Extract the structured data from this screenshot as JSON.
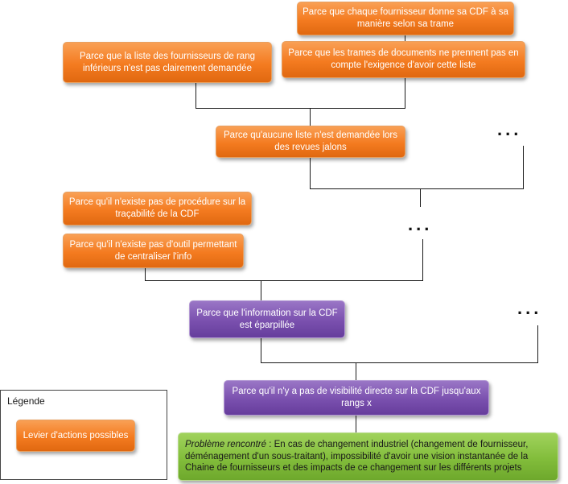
{
  "boxes": {
    "fournisseur_cdf": "Parce que chaque fournisseur donne sa CDF à sa manière selon sa trame",
    "liste_rang": "Parce que la liste des fournisseurs de rang inférieurs n'est pas clairement demandée",
    "trames_documents": "Parce que les trames de documents ne prennent pas en compte l'exigence d'avoir cette liste",
    "revues_jalons": "Parce qu'aucune liste n'est demandée lors des revues jalons",
    "procedure_tracabilite": "Parce qu'il n'existe pas de procédure sur la traçabilité de la CDF",
    "outil_centraliser": "Parce qu'il n'existe pas d'outil permettant de centraliser l'info",
    "information_eparpillee": "Parce que l'information sur la CDF est éparpillée",
    "visibilite_directe": "Parce qu'il n'y a pas de visibilité directe sur la CDF jusqu'aux rangs x"
  },
  "problem": {
    "label": "Problème rencontré",
    "text": " : En cas de changement industriel (changement de fournisseur, déménagement d'un sous-traitant), impossibilité d'avoir une vision instantanée de la Chaine de fournisseurs et des impacts de ce changement  sur les différents projets"
  },
  "ellipsis": "...",
  "legend": {
    "title": "Légende",
    "item": "Levier d'actions possibles"
  },
  "colors": {
    "orange": "#f47b20",
    "purple": "#7a50ae",
    "green": "#82bd3b"
  }
}
